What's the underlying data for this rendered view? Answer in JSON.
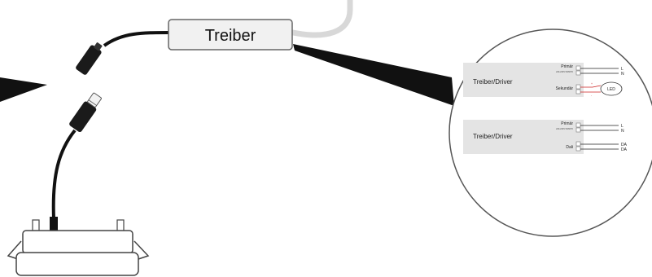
{
  "driver_box": {
    "label": "Treiber"
  },
  "zoom": {
    "panel_top": {
      "title": "Treiber/Driver",
      "port_primary": "Primär",
      "port_primary_note": "220-240V 50/60Hz",
      "port_secondary": "Sekundär",
      "line_l": "L",
      "line_n": "N",
      "led_label": "LED",
      "wire_plus": "+",
      "wire_minus": "-"
    },
    "panel_bottom": {
      "title": "Treiber/Driver",
      "port_primary": "Primär",
      "port_primary_note": "220-240V 50/60Hz",
      "port_dali": "Dali",
      "line_l": "L",
      "line_n": "N",
      "line_da1": "DA",
      "line_da2": "DA"
    }
  },
  "colors": {
    "cable": "#111111",
    "mains_cable": "#d8d8d8",
    "connector": "#1a1a1a",
    "box_fill": "#f1f1f1",
    "box_stroke": "#666666",
    "panel_fill": "#e4e4e4",
    "led_wire_red": "#cc2222"
  }
}
